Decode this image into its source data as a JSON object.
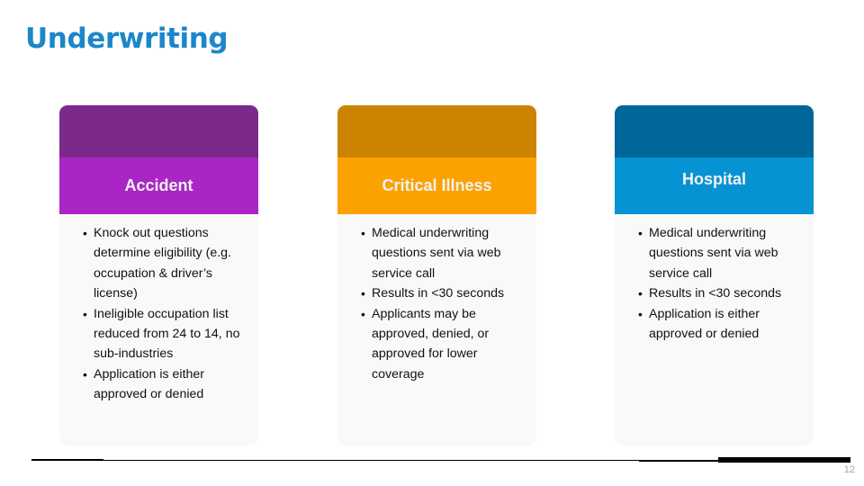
{
  "slide": {
    "title": "Underwriting",
    "title_color": "#1B87C9",
    "page_number": "12",
    "background": "#FFFFFF"
  },
  "cards": [
    {
      "name": "accident",
      "header": "Accident",
      "cap_color": "#7B2A8C",
      "header_color": "#A926C4",
      "body_color": "#F9F9FA",
      "bullets": [
        "Knock out questions determine eligibility (e.g. occupation & driver’s license)",
        "Ineligible occupation list reduced from 24 to 14, no sub-industries",
        "Application is either approved or denied"
      ]
    },
    {
      "name": "critical-illness",
      "header": "Critical Illness",
      "cap_color": "#CC8400",
      "header_color": "#FBA200",
      "body_color": "#F9F9FA",
      "bullets": [
        "Medical underwriting questions sent via web service call",
        "Results in <30 seconds",
        "Applicants may be approved, denied, or approved for lower coverage"
      ]
    },
    {
      "name": "hospital",
      "header": "Hospital",
      "cap_color": "#00679B",
      "header_color": "#0693D4",
      "body_color": "#F9F9FA",
      "bullets": [
        "Medical underwriting questions sent via web service call",
        "Results in <30 seconds",
        "Application is either approved or denied"
      ]
    }
  ]
}
